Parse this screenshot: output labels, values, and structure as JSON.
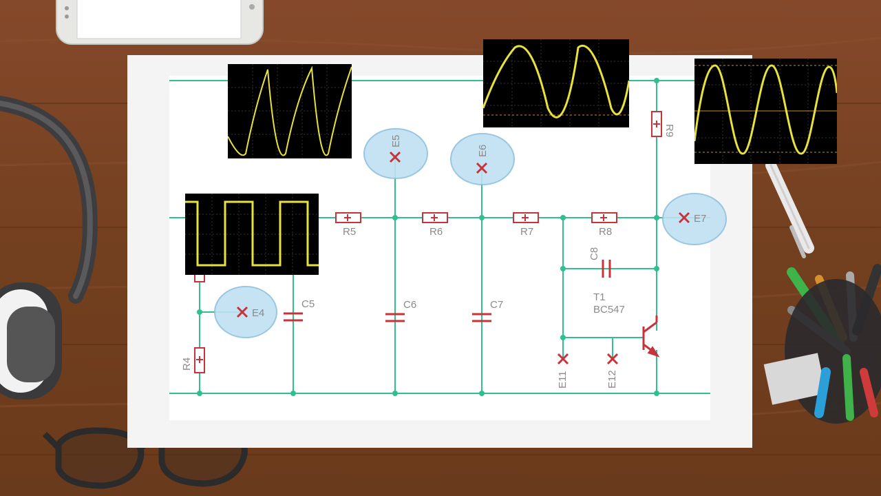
{
  "colors": {
    "wire": "#2fbf90",
    "component": "#c8323a",
    "probe_bubble": "#bfe1f2",
    "probe_border": "#8fc0de",
    "label": "#8a8a8a",
    "scope_bg": "#000000",
    "scope_trace": "#e8e23a",
    "desk": "#7a4326",
    "paper": "#ffffff"
  },
  "labels": {
    "r4": "R4",
    "r5": "R5",
    "r6": "R6",
    "r7": "R7",
    "r8": "R8",
    "r9": "R9",
    "c5": "C5",
    "c6": "C6",
    "c7": "C7",
    "c8": "C8",
    "e4": "E4",
    "e5": "E5",
    "e6": "E6",
    "e7": "E7",
    "e11": "E11",
    "e12": "E12",
    "t1": "T1",
    "t1_part": "BC547"
  },
  "scopes": [
    {
      "id": "square",
      "waveform": "square"
    },
    {
      "id": "sawtooth",
      "waveform": "sawtooth"
    },
    {
      "id": "triangle",
      "waveform": "triangle-sine"
    },
    {
      "id": "sine",
      "waveform": "sine"
    }
  ],
  "desk_items": [
    "phone",
    "headphones",
    "glasses",
    "pen",
    "pencil-cup"
  ]
}
